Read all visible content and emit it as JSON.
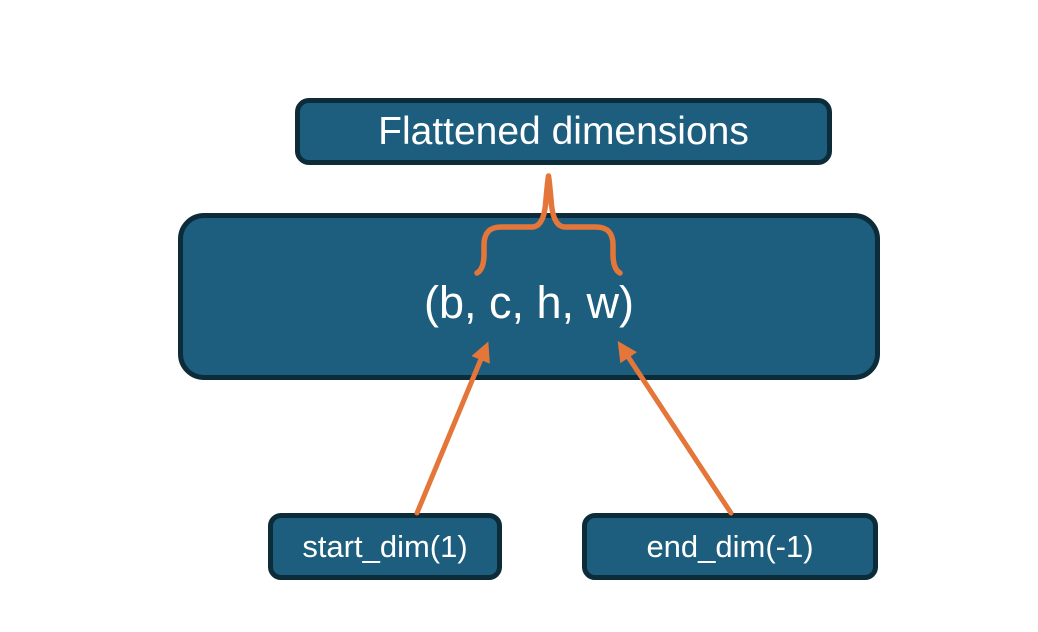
{
  "diagram": {
    "title": "flatten start_dim / end_dim illustration",
    "colors": {
      "box_fill": "#1D5E7E",
      "box_border": "#0D2C3A",
      "accent_orange": "#E4763A",
      "text": "#FFFFFF",
      "background": "#FFFFFF"
    },
    "nodes": {
      "flattened_label": "Flattened dimensions",
      "tensor_shape": "(b, c, h, w)",
      "start_dim": "start_dim(1)",
      "end_dim": "end_dim(-1)"
    }
  }
}
